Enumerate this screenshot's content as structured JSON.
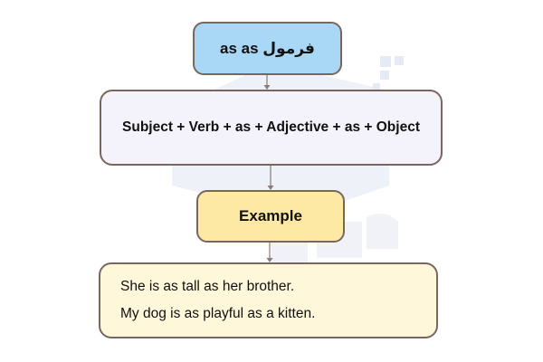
{
  "formula_box": {
    "title": "فرمول  as as"
  },
  "structure_box": {
    "formula": "Subject + Verb + as + Adjective + as + Object"
  },
  "example_header": {
    "label": "Example"
  },
  "examples_box": {
    "sentences": [
      "She is as tall as her brother.",
      "My dog is as playful as a kitten."
    ]
  },
  "colors": {
    "title_fill": "#a9d8f6",
    "formula_fill": "#f4f2fa",
    "example_header_fill": "#fde9a4",
    "examples_fill": "#fff7da",
    "border": "#7a6660"
  }
}
